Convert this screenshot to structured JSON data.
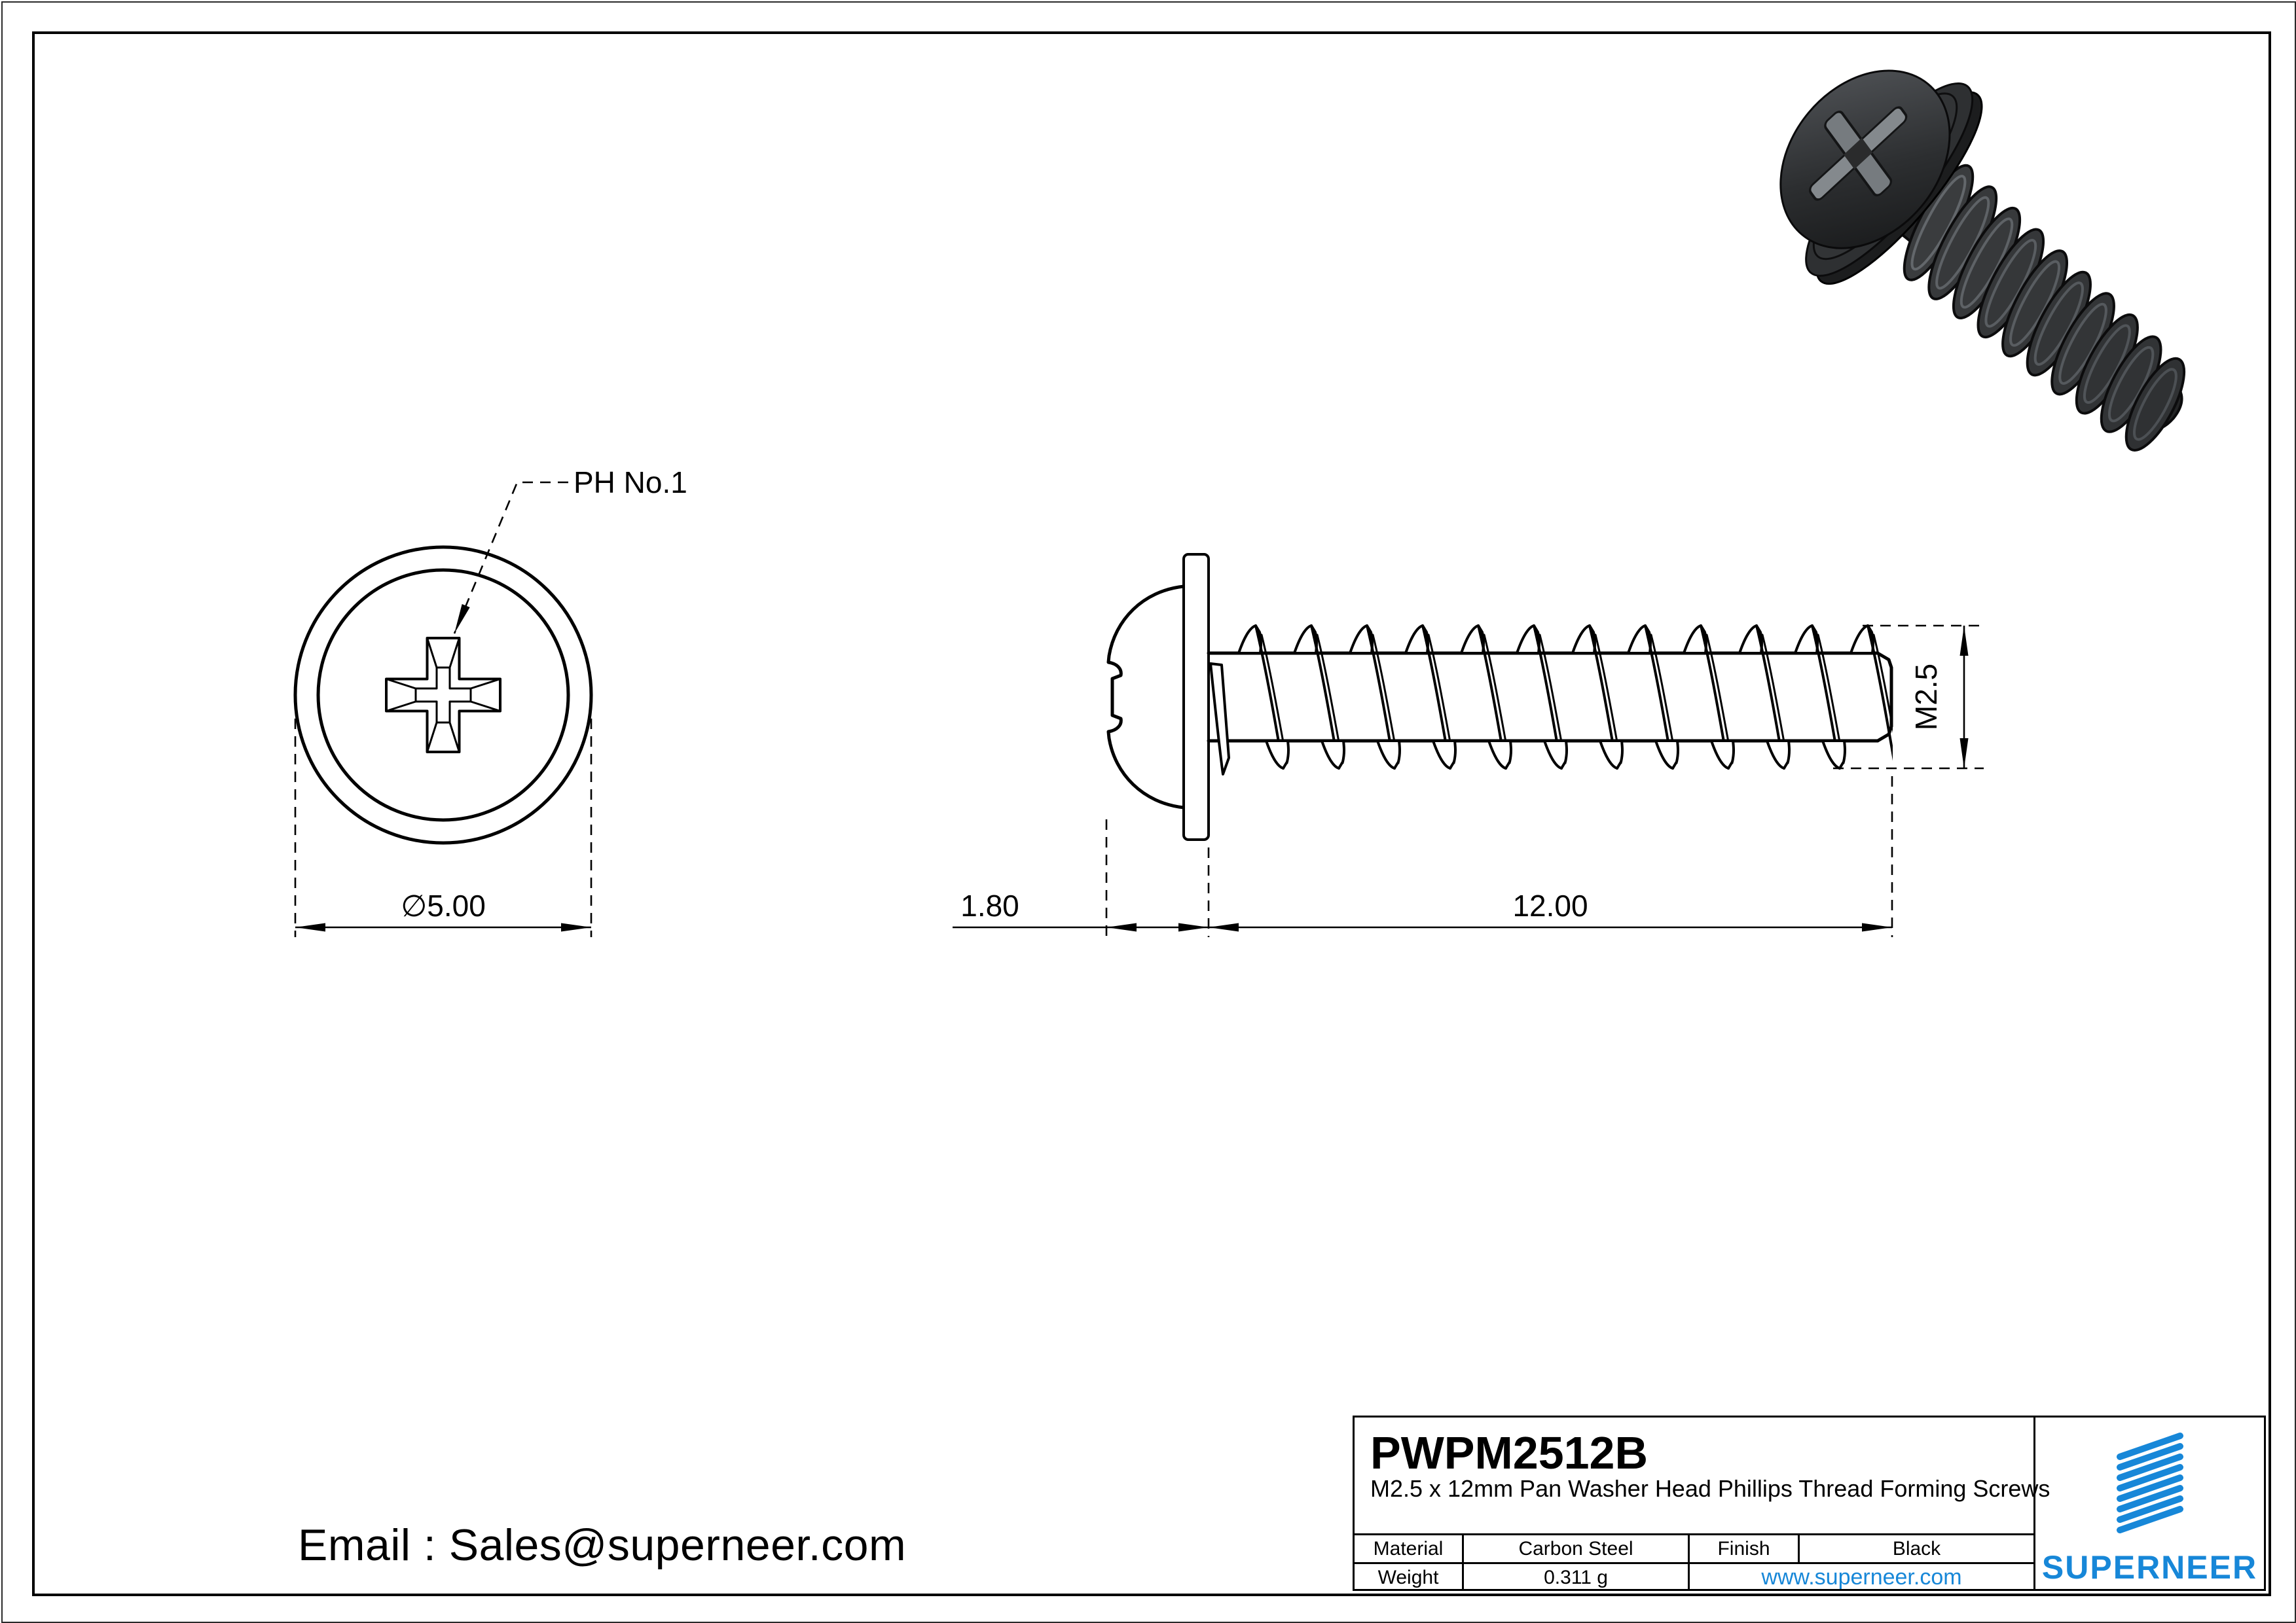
{
  "drawing": {
    "callout_ph": "PH No.1",
    "dim_diameter": "∅5.00",
    "dim_head_height": "1.80",
    "dim_length": "12.00",
    "dim_thread": "M2.5"
  },
  "footer": {
    "email": "Email : Sales@superneer.com"
  },
  "title_block": {
    "part_number": "PWPM2512B",
    "description": "M2.5 x 12mm Pan Washer Head Phillips Thread Forming Screws",
    "material_label": "Material",
    "material_value": "Carbon Steel",
    "finish_label": "Finish",
    "finish_value": "Black",
    "weight_label": "Weight",
    "weight_value": "0.311 g",
    "website": "www.superneer.com",
    "brand": "SUPERNEER",
    "accent_color": "#1787d8"
  }
}
